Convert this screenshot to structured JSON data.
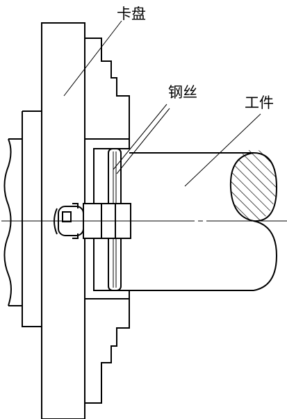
{
  "labels": {
    "chuck": "卡盘",
    "wire": "钢丝",
    "workpiece": "工件"
  },
  "colors": {
    "line": "#000000",
    "background": "#ffffff"
  }
}
